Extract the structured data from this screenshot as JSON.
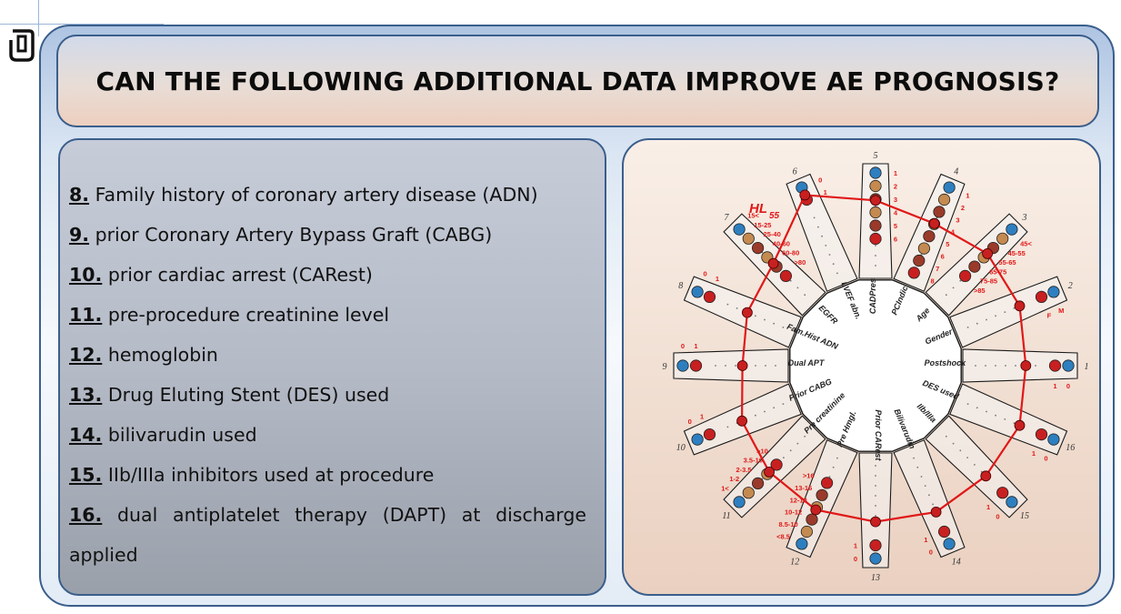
{
  "title": "CAN THE FOLLOWING ADDITIONAL DATA IMPROVE AE PROGNOSIS?",
  "list": [
    {
      "num": "8.",
      "text": "Family history of coronary artery disease (ADN)"
    },
    {
      "num": "9.",
      "text": "prior Coronary Artery Bypass Graft (CABG)"
    },
    {
      "num": "10.",
      "text": "prior cardiac arrest (CARest)"
    },
    {
      "num": "11.",
      "text": "pre-procedure creatinine level"
    },
    {
      "num": "12.",
      "text": "hemoglobin"
    },
    {
      "num": "13.",
      "text": "Drug Eluting Stent (DES) used"
    },
    {
      "num": "14.",
      "text": "bilivarudin used"
    },
    {
      "num": "15.",
      "text": "IIb/IIIa inhibitors used at procedure"
    },
    {
      "num": "16.",
      "text": "dual antiplatelet therapy (DAPT) at discharge applied"
    }
  ],
  "diagram": {
    "annotation": "HL",
    "annotation_sub": "55",
    "colors": {
      "path": "#e01818",
      "red_dot": "#c82020",
      "blue_dot": "#2e7fc0",
      "tan_dot": "#c48a50",
      "label": "#e01818"
    },
    "variables": [
      {
        "idx": "1",
        "name": "Postshock",
        "levels": [
          "0",
          "1"
        ]
      },
      {
        "idx": "2",
        "name": "Gender",
        "levels": [
          "M",
          "F"
        ]
      },
      {
        "idx": "3",
        "name": "Age",
        "levels": [
          "45<",
          "45-55",
          "55-65",
          "65-75",
          "75-85",
          ">85"
        ]
      },
      {
        "idx": "4",
        "name": "PCIndic",
        "levels": [
          "1",
          "2",
          "3",
          "4",
          "5",
          "6",
          "7",
          "8"
        ]
      },
      {
        "idx": "5",
        "name": "CADPres",
        "levels": [
          "1",
          "2",
          "3",
          "4",
          "5",
          "6"
        ]
      },
      {
        "idx": "6",
        "name": "LVEF abn.",
        "levels": [
          "0",
          "1"
        ]
      },
      {
        "idx": "7",
        "name": "EGFR",
        "levels": [
          "15<",
          "15-25",
          "25-40",
          "40-60",
          "60-80",
          ">80"
        ]
      },
      {
        "idx": "8",
        "name": "Fam.Hist ADN",
        "levels": [
          "0",
          "1"
        ]
      },
      {
        "idx": "9",
        "name": "Dual APT",
        "levels": [
          "0",
          "1"
        ]
      },
      {
        "idx": "10",
        "name": "Prior CABG",
        "levels": [
          "0",
          "1"
        ]
      },
      {
        "idx": "11",
        "name": "Pre creatinine",
        "levels": [
          "1<",
          "1-2",
          "2-3.5",
          "3.5-10",
          ">10"
        ]
      },
      {
        "idx": "12",
        "name": "Pre Hmgl.",
        "levels": [
          "<8.5",
          "8.5-10",
          "10-12",
          "12-13",
          "13-16",
          ">16"
        ]
      },
      {
        "idx": "13",
        "name": "Prior CARest",
        "levels": [
          "0",
          "1"
        ]
      },
      {
        "idx": "14",
        "name": "Bilivarudin",
        "levels": [
          "0",
          "1"
        ]
      },
      {
        "idx": "15",
        "name": "IIb/IIIa",
        "levels": [
          "0",
          "1"
        ]
      },
      {
        "idx": "16",
        "name": "DES used",
        "levels": [
          "0",
          "1"
        ]
      }
    ]
  }
}
